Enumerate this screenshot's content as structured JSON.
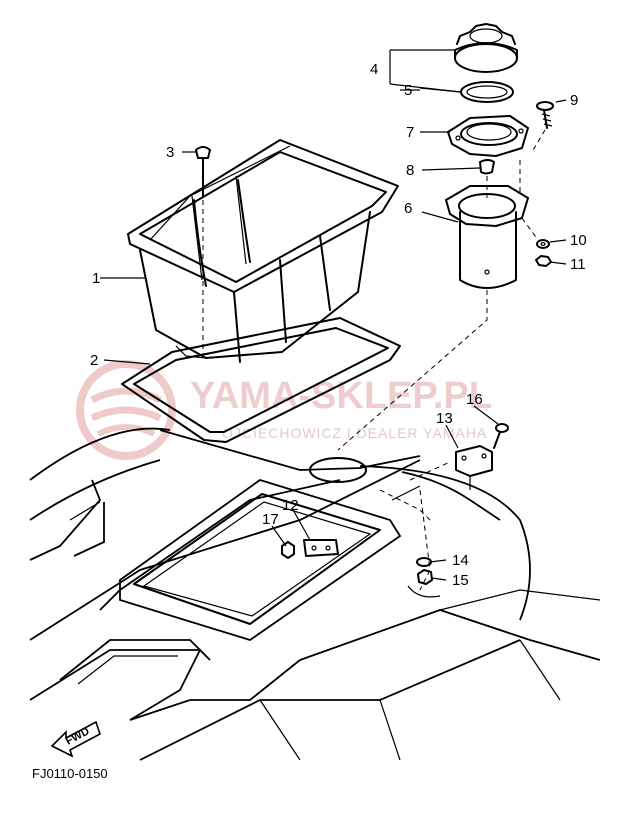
{
  "diagram_code": "FJ0110-0150",
  "forward_label": "FWD",
  "watermark": {
    "main": "YAMA-SKLEP.PL",
    "sub": "OJCIECHOWICZ | DEALER YAMAHA"
  },
  "callouts": [
    "1",
    "2",
    "3",
    "4",
    "5",
    "6",
    "7",
    "8",
    "9",
    "10",
    "11",
    "12",
    "13",
    "14",
    "15",
    "16",
    "17"
  ]
}
